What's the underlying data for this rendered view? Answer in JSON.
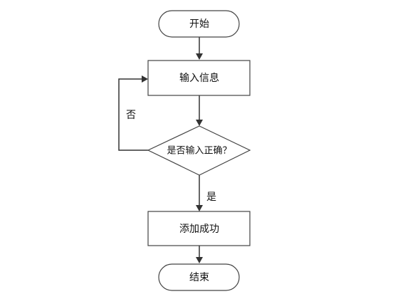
{
  "flowchart": {
    "nodes": {
      "start": {
        "text": "开始"
      },
      "input": {
        "text": "输入信息"
      },
      "decision": {
        "text": "是否输入正确？"
      },
      "success": {
        "text": "添加成功"
      },
      "end": {
        "text": "结束"
      }
    },
    "edges": {
      "no": {
        "text": "否"
      },
      "yes": {
        "text": "是"
      }
    }
  }
}
